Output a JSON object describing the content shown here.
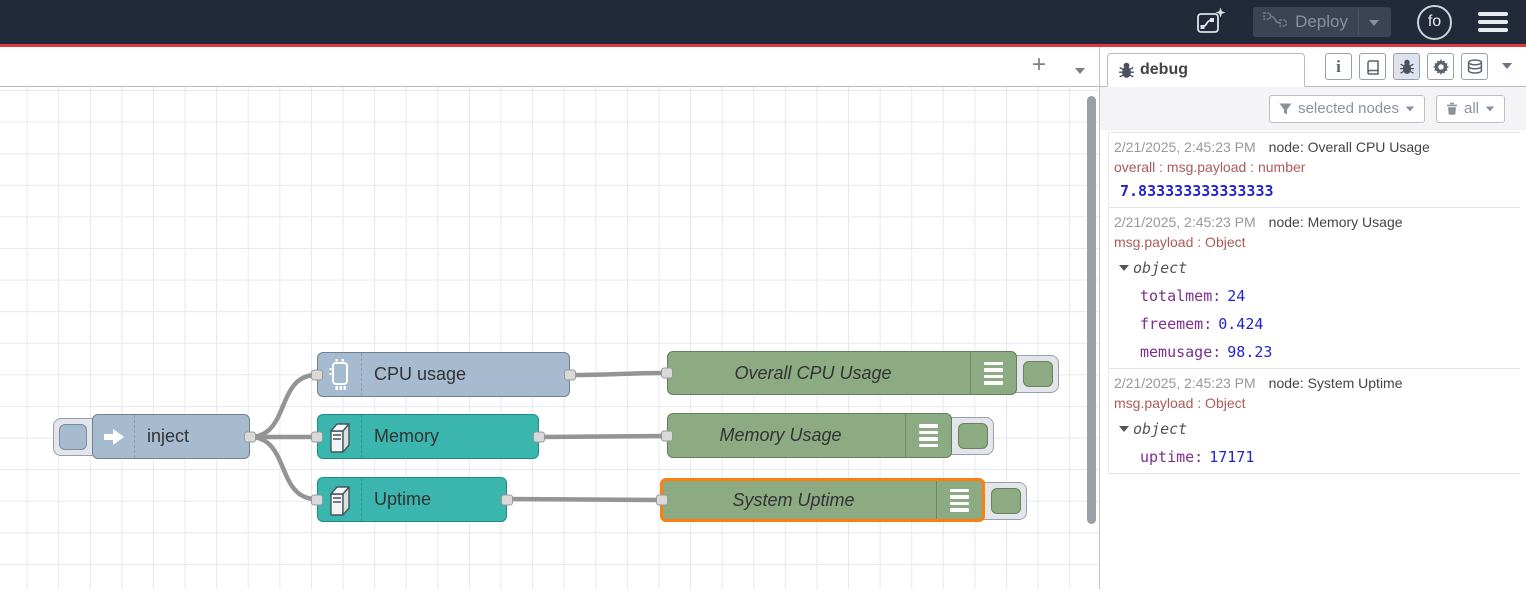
{
  "header": {
    "deploy": {
      "label": "Deploy"
    },
    "avatar": {
      "initials": "fo"
    }
  },
  "canvas": {
    "tabbar": {
      "add_label": "+"
    },
    "nodes": [
      {
        "label": "inject",
        "type": "inject",
        "color": "#a6bbcf"
      },
      {
        "label": "CPU usage",
        "type": "cpu",
        "color": "#a6bbcf"
      },
      {
        "label": "Memory",
        "type": "memory",
        "color": "#3ab6af"
      },
      {
        "label": "Uptime",
        "type": "uptime",
        "color": "#3ab6af"
      },
      {
        "label": "Overall CPU Usage",
        "type": "debug",
        "color": "#8cab83"
      },
      {
        "label": "Memory Usage",
        "type": "debug",
        "color": "#8cab83"
      },
      {
        "label": "System Uptime",
        "type": "debug",
        "color": "#8cab83",
        "selected": true
      }
    ]
  },
  "sidebar": {
    "tab_label": "debug",
    "info_glyph": "i",
    "filter": {
      "selected_nodes_label": "selected nodes",
      "clear_label": "all"
    },
    "messages": [
      {
        "timestamp": "2/21/2025, 2:45:23 PM",
        "node": "node: Overall CPU Usage",
        "path": "overall : msg.payload : number",
        "value": "7.833333333333333"
      },
      {
        "timestamp": "2/21/2025, 2:45:23 PM",
        "node": "node: Memory Usage",
        "path": "msg.payload : Object",
        "tree_label": "object",
        "entries": [
          {
            "key_label": "totalmem:",
            "value": "24"
          },
          {
            "key_label": "freemem:",
            "value": "0.424"
          },
          {
            "key_label": "memusage:",
            "value": "98.23"
          }
        ]
      },
      {
        "timestamp": "2/21/2025, 2:45:23 PM",
        "node": "node: System Uptime",
        "path": "msg.payload : Object",
        "tree_label": "object",
        "entries": [
          {
            "key_label": "uptime:",
            "value": "17171"
          }
        ]
      }
    ]
  },
  "colors": {
    "header_bg": "#222938",
    "deploy_alert_line": "#e2373f",
    "node_inject": "#a6bbcf",
    "node_teal": "#3ab6af",
    "node_debug_green": "#8cab83",
    "selected_border": "#ff7f0e",
    "wire": "#949494",
    "debug_value_blue": "#2323cd",
    "debug_key_purple": "#7d2e8d",
    "debug_path_red": "#ad5a56"
  }
}
